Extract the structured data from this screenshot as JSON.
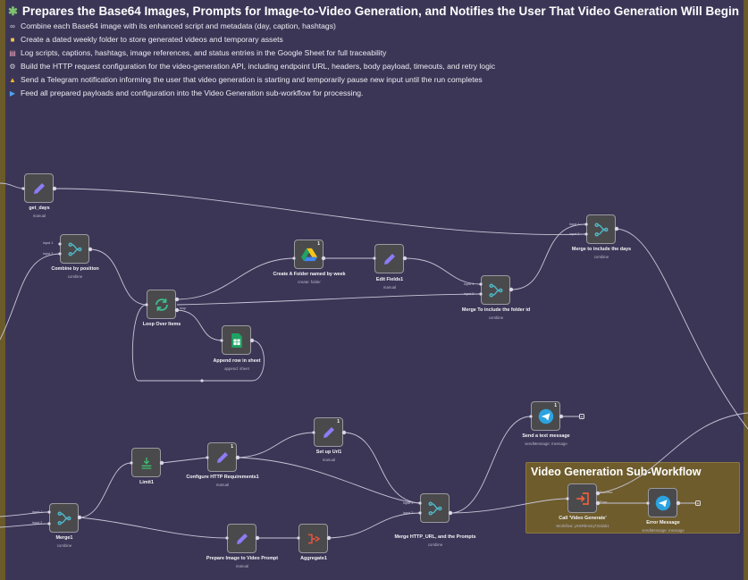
{
  "header": {
    "title": "Prepares the Base64 Images, Prompts for Image-to-Video Generation, and Notifies the User That Video Generation Will Begin",
    "bullets": [
      {
        "icon": "link-icon",
        "text": "Combine each Base64 image with its enhanced script and metadata (day, caption, hashtags)"
      },
      {
        "icon": "folder-icon",
        "text": "Create a dated weekly folder to store generated videos and temporary assets"
      },
      {
        "icon": "spreadsheet-icon",
        "text": "Log scripts, captions, hashtags, image references, and status entries in the Google Sheet for full traceability"
      },
      {
        "icon": "gear-icon",
        "text": "Build the HTTP request configuration for the video-generation API, including endpoint URL, headers, body payload, timeouts, and retry logic"
      },
      {
        "icon": "warning-icon",
        "text": "Send a Telegram notification informing the user that video generation is starting and temporarily pause new input until the run completes"
      },
      {
        "icon": "play-icon",
        "text": "Feed all prepared payloads and configuration into the Video Generation sub-workflow for processing."
      }
    ]
  },
  "sticky": {
    "title": "Video Generation Sub-Workflow"
  },
  "nodes": {
    "get_days": {
      "label": "get_days",
      "sub": "manual"
    },
    "combine_position": {
      "label": "Combine by position",
      "sub": "combine"
    },
    "loop": {
      "label": "Loop Over Items",
      "sub": ""
    },
    "create_folder": {
      "label": "Create A Folder named by week",
      "sub": "create: folder",
      "badge": "1"
    },
    "edit_fields": {
      "label": "Edit Fields1",
      "sub": "manual"
    },
    "merge_folder": {
      "label": "Merge To include the folder id",
      "sub": "combine"
    },
    "merge_days": {
      "label": "Merge to include the days",
      "sub": "combine"
    },
    "append_row": {
      "label": "Append row in sheet",
      "sub": "append: sheet"
    },
    "limit": {
      "label": "Limit1",
      "sub": ""
    },
    "config_http": {
      "label": "Configure HTTP Requirements1",
      "sub": "manual",
      "badge": "1"
    },
    "set_url": {
      "label": "Set up Url1",
      "sub": "manual",
      "badge": "1"
    },
    "merge1": {
      "label": "Merge1",
      "sub": "combine"
    },
    "prepare_image": {
      "label": "Prepare Image to Video Prompt",
      "sub": "manual"
    },
    "aggregate": {
      "label": "Aggregate1",
      "sub": ""
    },
    "merge_http": {
      "label": "Merge HTTP_URL, and the Prompts",
      "sub": "combine"
    },
    "send_text": {
      "label": "Send a text message",
      "sub": "sendMessage: message",
      "badge": "1"
    },
    "call_video": {
      "label": "Call 'Video Generate'",
      "sub": "Workflow: ymkRbm2q73zdab1"
    },
    "error_msg": {
      "label": "Error Message",
      "sub": "sendMessage: message"
    }
  },
  "ports": {
    "input1": "input 1",
    "input2": "input 2",
    "loop": "loop",
    "success": "Success",
    "error": "Error"
  },
  "colors": {
    "canvas": "#3b3656",
    "node": "#4a4a4c",
    "edge": "#c7c5d6",
    "sticky": "#6e5c2d",
    "telegram": "#2aa3df",
    "sheets": "#1ea362",
    "accent": "#8b7cf6"
  }
}
